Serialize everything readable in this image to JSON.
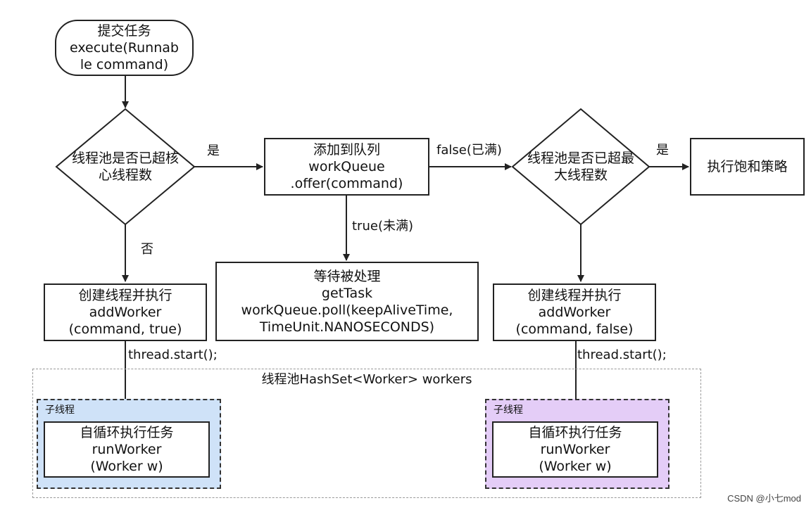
{
  "start": {
    "lines": [
      "提交任务",
      "execute(Runnab",
      "le command)"
    ]
  },
  "decision_core": {
    "lines": [
      "线程池是否已超核",
      "心线程数"
    ]
  },
  "queue_box": {
    "lines": [
      "添加到队列",
      "workQueue",
      ".offer(command)"
    ]
  },
  "decision_max": {
    "lines": [
      "线程池是否已超最",
      "大线程数"
    ]
  },
  "reject_box": {
    "lines": [
      "执行饱和策略"
    ]
  },
  "wait_box": {
    "lines": [
      "等待被处理",
      "getTask",
      "workQueue.poll(keepAliveTime,",
      "TimeUnit.NANOSECONDS)"
    ]
  },
  "add_worker_core": {
    "lines": [
      "创建线程并执行",
      "addWorker",
      "(command, true)"
    ]
  },
  "add_worker_max": {
    "lines": [
      "创建线程并执行",
      "addWorker",
      "(command, false)"
    ]
  },
  "labels": {
    "yes_core": "是",
    "no_core": "否",
    "queue_false": "false(已满)",
    "queue_true": "true(未满)",
    "yes_max": "是",
    "thread_start_left": "thread.start();",
    "thread_start_right": "thread.start();"
  },
  "pool": {
    "title": "线程池HashSet<Worker> workers"
  },
  "worker_left": {
    "tag": "子线程",
    "lines": [
      "自循环执行任务",
      "runWorker",
      "(Worker w)"
    ],
    "fill": "#cfe2f8"
  },
  "worker_right": {
    "tag": "子线程",
    "lines": [
      "自循环执行任务",
      "runWorker",
      "(Worker w)"
    ],
    "fill": "#e4cdf7"
  },
  "watermark": "CSDN @小七mod",
  "colors": {
    "stroke": "#222222",
    "pool_border": "#999999"
  }
}
